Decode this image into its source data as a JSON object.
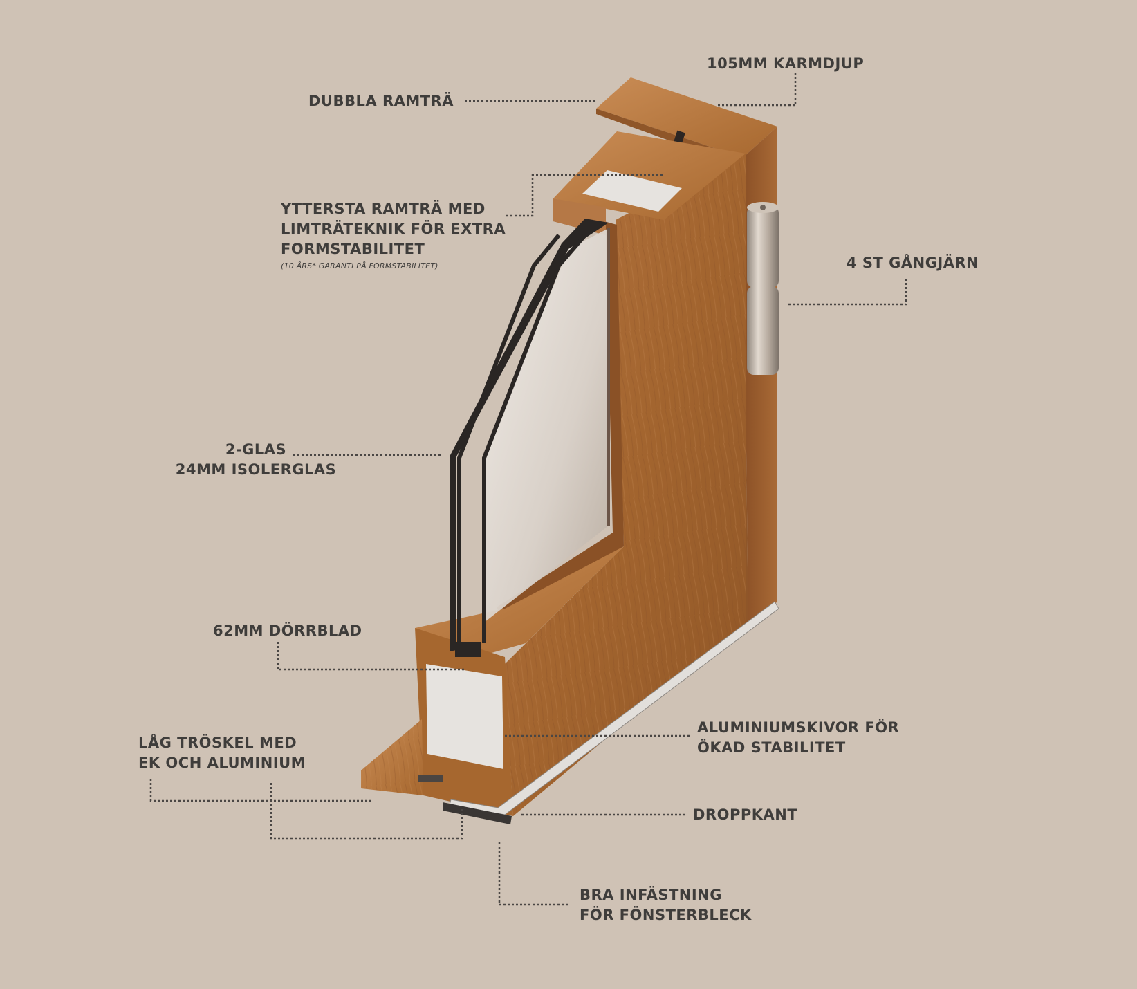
{
  "labels": {
    "frame_depth": "105MM KARMDJUP",
    "double_frame": "DUBBLA RAMTRÄ",
    "outer_frame": [
      "YTTERSTA RAMTRÄ MED",
      "LIMTRÄTEKNIK FÖR EXTRA",
      "FORMSTABILITET"
    ],
    "outer_frame_note": "(10 ÅRS* GARANTI PÅ FORMSTABILITET)",
    "hinges": "4 ST GÅNGJÄRN",
    "glass": [
      "2-GLAS",
      "24MM ISOLERGLAS"
    ],
    "door_leaf": "62MM DÖRRBLAD",
    "aluminium_plates": [
      "ALUMINIUMSKIVOR FÖR",
      "ÖKAD STABILITET"
    ],
    "threshold": [
      "LÅG TRÖSKEL MED",
      "EK OCH ALUMINIUM"
    ],
    "drip_edge": "DROPPKANT",
    "flashing": [
      "BRA INFÄSTNING",
      "FÖR FÖNSTERBLECK"
    ]
  },
  "colors": {
    "background": "#cfc2b5",
    "label_text": "#3f3d3b",
    "wood": "#a86a3a",
    "wood_dark": "#7c4823",
    "wood_light": "#c0864f",
    "insulation": "#e6e3df",
    "glass": "#e4ded8",
    "hinge": "#b8ada2",
    "aluminium": "#d9d6d2",
    "leader_line": "#4a4644"
  }
}
